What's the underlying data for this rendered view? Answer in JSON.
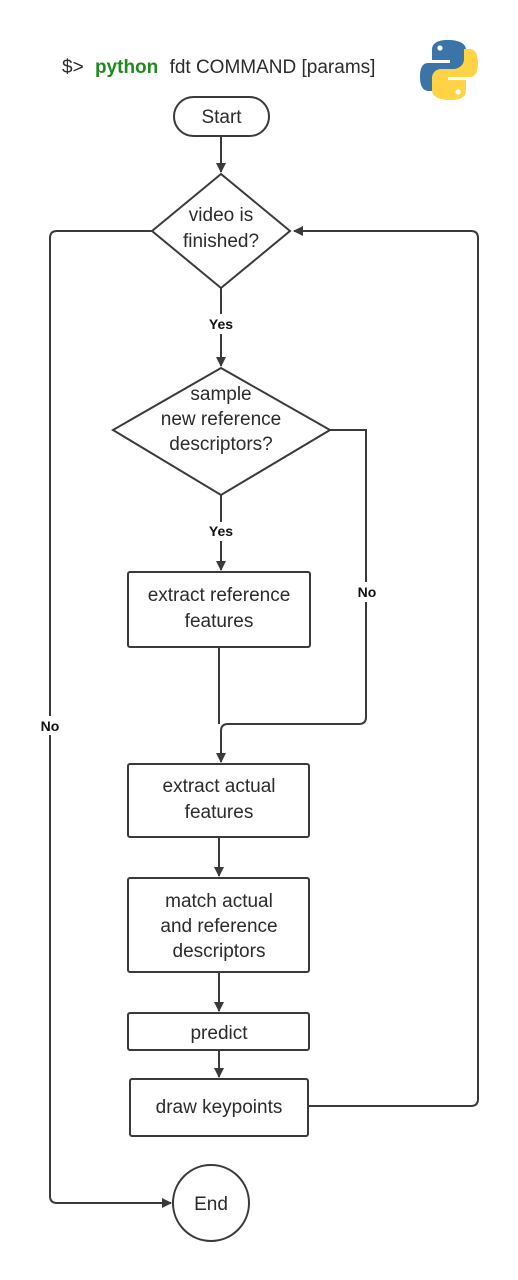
{
  "command": {
    "prompt": "$>",
    "program": "python",
    "rest": "fdt COMMAND [params]"
  },
  "logo": {
    "icon": "python-logo-icon",
    "colors": {
      "blue": "#3a74a8",
      "yellow": "#ffd343"
    }
  },
  "nodes": {
    "start": "Start",
    "video_finished": [
      "video is",
      "finished?"
    ],
    "sample_reference": [
      "sample",
      "new reference",
      "descriptors?"
    ],
    "extract_reference": [
      "extract reference",
      "features"
    ],
    "extract_actual": [
      "extract actual",
      "features"
    ],
    "match": [
      "match actual",
      "and reference",
      "descriptors"
    ],
    "predict": "predict",
    "draw_keypoints": "draw keypoints",
    "end": "End"
  },
  "edge_labels": {
    "video_yes": "Yes",
    "sample_yes": "Yes",
    "sample_no": "No",
    "video_no": "No"
  },
  "colors": {
    "accent": "#1f8a1f",
    "stroke": "#3a3a3a",
    "text": "#2b2b2b"
  }
}
